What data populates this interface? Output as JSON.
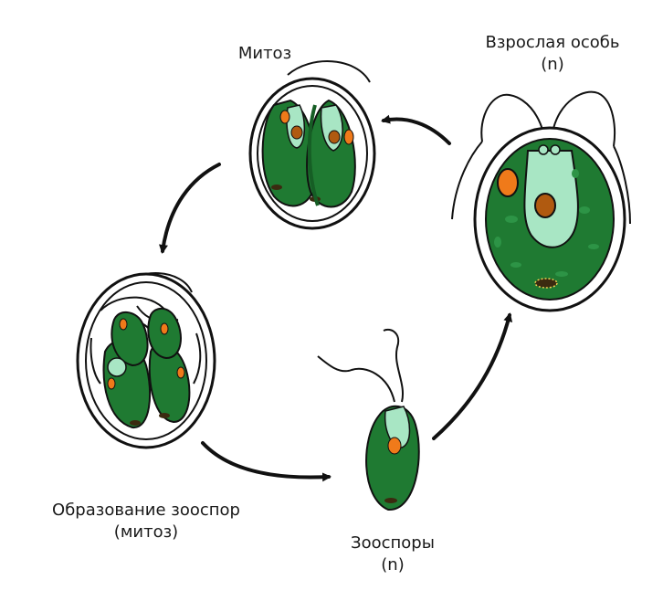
{
  "labels": {
    "mitosis": "Митоз",
    "adult_title": "Взрослая особь",
    "adult_ploidy": "(n)",
    "zoospore_formation_title": "Образование зооспор",
    "zoospore_formation_note": "(митоз)",
    "zoospores_title": "Зооспоры",
    "zoospores_ploidy": "(n)"
  },
  "colors": {
    "cell_green": "#1f7a32",
    "cell_dark": "#165e25",
    "chloroplast_light": "#a8e6c4",
    "eyespot": "#f07a1a",
    "nucleus": "#b05a10",
    "outline": "#111111"
  }
}
